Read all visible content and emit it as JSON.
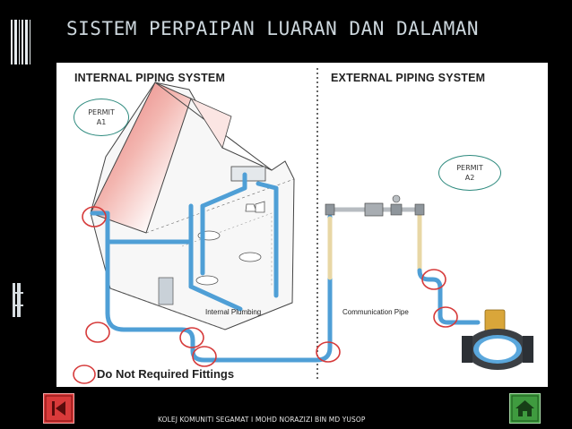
{
  "slide": {
    "title": "SISTEM PERPAIPAN LUARAN DAN DALAMAN",
    "footer": "KOLEJ KOMUNITI SEGAMAT I MOHD NORAZIZI BIN MD YUSOP"
  },
  "diagram": {
    "internal_heading": "INTERNAL PIPING SYSTEM",
    "external_heading": "EXTERNAL PIPING SYSTEM",
    "permit_a1": {
      "line1": "PERMIT",
      "line2": "A1"
    },
    "permit_a2": {
      "line1": "PERMIT",
      "line2": "A2"
    },
    "internal_label": "Internal Plumbing",
    "communication_label": "Communication Pipe",
    "legend_text": "Do Not Required Fittings"
  },
  "icons": {
    "back": "first-slide-icon",
    "home": "home-icon"
  },
  "colors": {
    "pipe": "#4f9fd6",
    "fitting_circle": "#d63a3a",
    "permit_border": "#2d8a7e",
    "title_text": "#ccd6dc",
    "back_button": "#d93a3a",
    "home_button": "#3f9b3f"
  }
}
